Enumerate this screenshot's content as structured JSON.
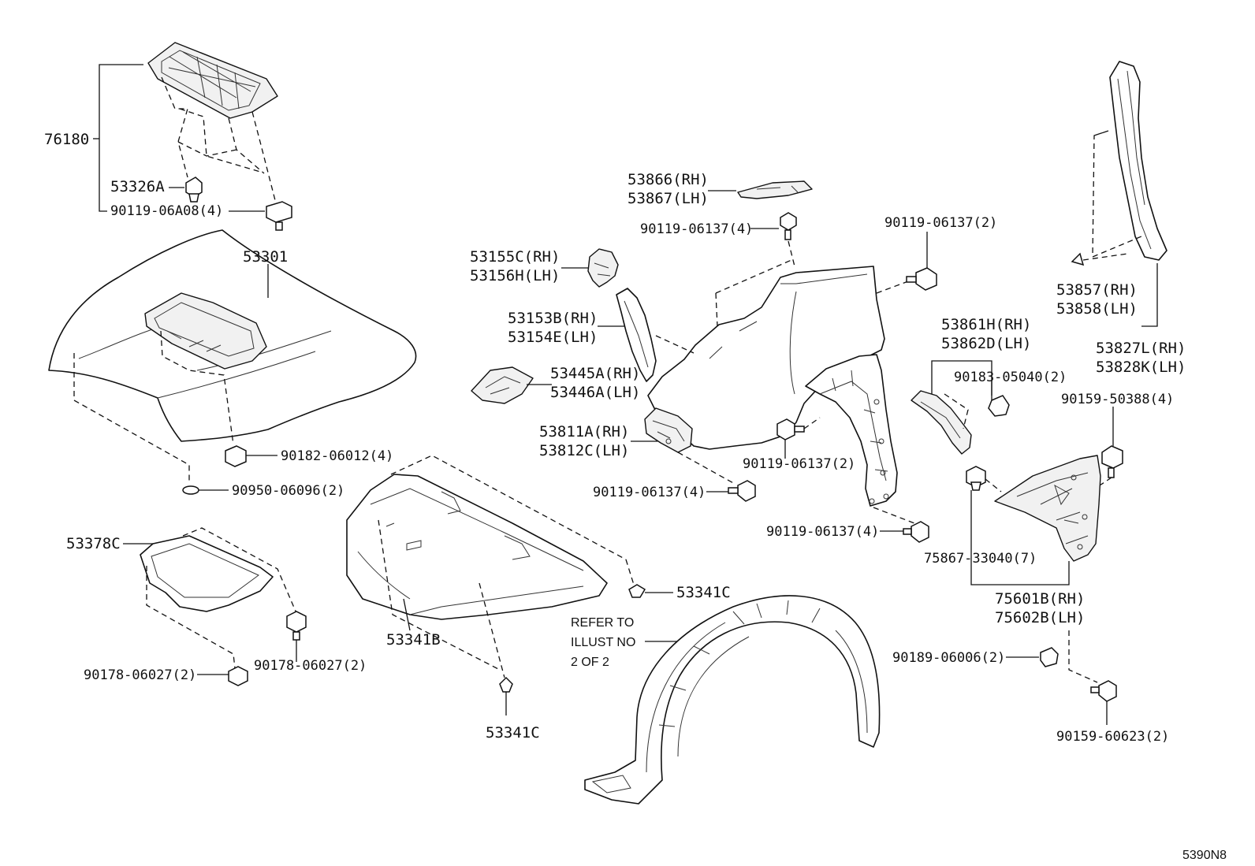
{
  "labels": {
    "p76180": "76180",
    "p53326A": "53326A",
    "p90119_06A08": "90119-06A08(4)",
    "p53301": "53301",
    "p90182": "90182-06012(4)",
    "p90950": "90950-06096(2)",
    "p53378C": "53378C",
    "p90178_a": "90178-06027(2)",
    "p90178_b": "90178-06027(2)",
    "p53341B": "53341B",
    "p53341C_a": "53341C",
    "p53341C_b": "53341C",
    "p53866": "53866(RH)",
    "p53867": "53867(LH)",
    "p90119_06137_a": "90119-06137(4)",
    "p90119_06137_b": "90119-06137(2)",
    "p53155C": "53155C(RH)",
    "p53156H": "53156H(LH)",
    "p53153B": "53153B(RH)",
    "p53154E": "53154E(LH)",
    "p53445A": "53445A(RH)",
    "p53446A": "53446A(LH)",
    "p53811A": "53811A(RH)",
    "p53812C": "53812C(LH)",
    "p90119_06137_c": "90119-06137(4)",
    "p90119_06137_d": "90119-06137(2)",
    "p90119_06137_e": "90119-06137(4)",
    "p53861H": "53861H(RH)",
    "p53862D": "53862D(LH)",
    "p90183": "90183-05040(2)",
    "p53857": "53857(RH)",
    "p53858": "53858(LH)",
    "p53827L": "53827L(RH)",
    "p53828K": "53828K(LH)",
    "p90159_50388": "90159-50388(4)",
    "p75867": "75867-33040(7)",
    "p75601B": "75601B(RH)",
    "p75602B": "75602B(LH)",
    "p90189": "90189-06006(2)",
    "p90159_60623": "90159-60623(2)"
  },
  "note": {
    "line1": "REFER TO",
    "line2": "ILLUST NO",
    "line3": "2 OF 2"
  },
  "illustration_code": "5390N8"
}
